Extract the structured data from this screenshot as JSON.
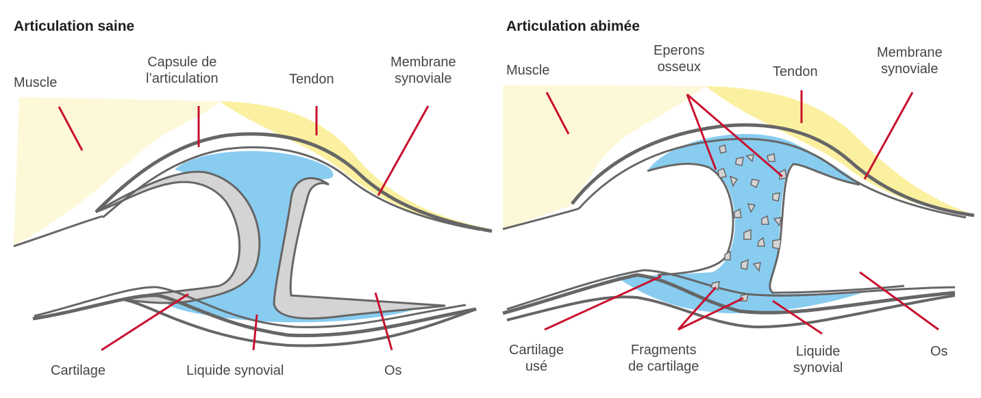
{
  "healthy": {
    "title": "Articulation saine",
    "muscle": "Muscle",
    "capsule": [
      "Capsule de",
      "l’articulation"
    ],
    "tendon": "Tendon",
    "membrane": [
      "Membrane",
      "synoviale"
    ],
    "cartilage": "Cartilage",
    "liquide": "Liquide synovial",
    "os": "Os"
  },
  "damaged": {
    "title": "Articulation abimée",
    "muscle": "Muscle",
    "eperons": [
      "Eperons",
      "osseux"
    ],
    "tendon": "Tendon",
    "membrane": [
      "Membrane",
      "synoviale"
    ],
    "cartilage": [
      "Cartilage",
      "usé"
    ],
    "fragments": [
      "Fragments",
      "de cartilage"
    ],
    "liquide": [
      "Liquide",
      "synovial"
    ],
    "os": "Os"
  },
  "colors": {
    "muscle": "#fdf8d8",
    "tendon": "#fbf0a0",
    "fluid": "#88ccf0",
    "cartilage": "#d4d4d4",
    "outline": "#666666",
    "leader": "#c8102e",
    "text": "#454545"
  }
}
